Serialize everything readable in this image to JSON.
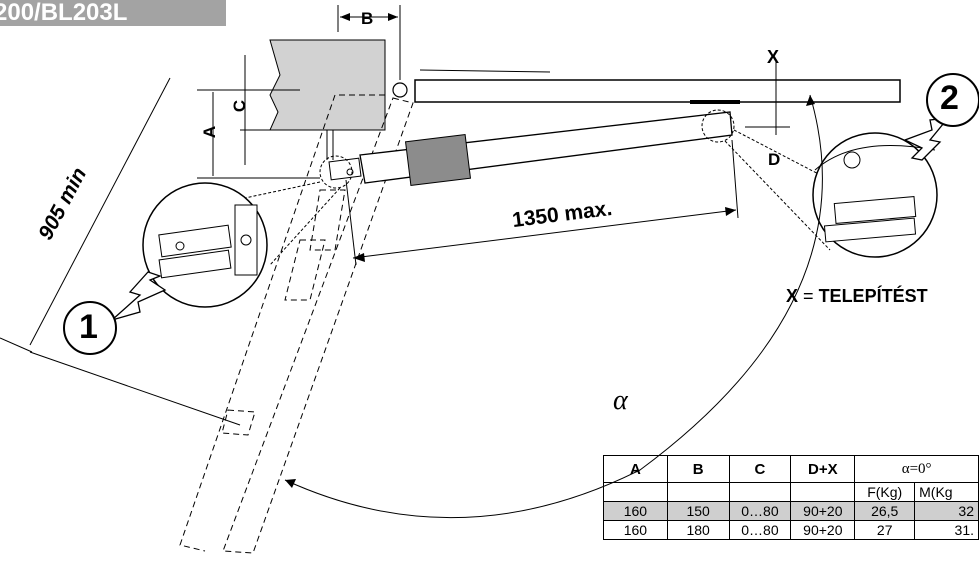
{
  "title": "200/BL203L",
  "dims": {
    "a": "A",
    "b": "B",
    "c": "C",
    "d": "D",
    "x": "X",
    "min_length": "905 min",
    "max_length": "1350 max.",
    "angle": "α"
  },
  "callouts": {
    "one": "1",
    "two": "2"
  },
  "note": {
    "lhs": "X",
    "eq": "=",
    "rhs": "TELEPÍTÉST"
  },
  "table": {
    "headers": [
      "A",
      "B",
      "C",
      "D+X",
      "α=0°"
    ],
    "subheaders": [
      "F(Kg)",
      "M(Kg"
    ],
    "rows": [
      [
        "160",
        "150",
        "0…80",
        "90+20",
        "26,5",
        "32"
      ],
      [
        "160",
        "180",
        "0…80",
        "90+20",
        "27",
        "31."
      ]
    ]
  },
  "colors": {
    "title_bg": "#a3a3a3",
    "row_shade": "#cfcfcf",
    "wall": "#d2d2d2",
    "motor": "#8c8c8c"
  }
}
